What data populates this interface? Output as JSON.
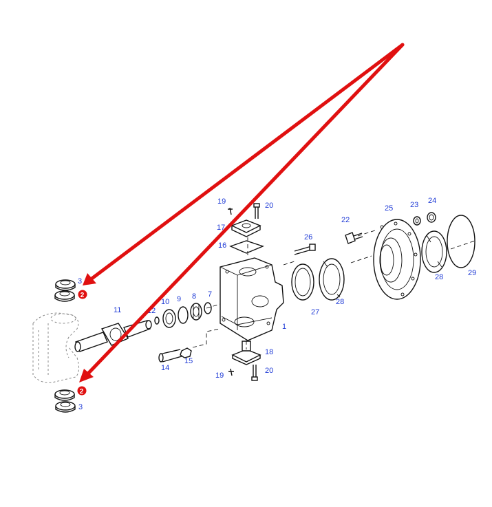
{
  "callouts": [
    {
      "id": "c1",
      "text": "1"
    },
    {
      "id": "c2a",
      "text": "2",
      "highlight": true
    },
    {
      "id": "c2b",
      "text": "2",
      "highlight": true
    },
    {
      "id": "c3a",
      "text": "3"
    },
    {
      "id": "c3b",
      "text": "3"
    },
    {
      "id": "c7",
      "text": "7"
    },
    {
      "id": "c8",
      "text": "8"
    },
    {
      "id": "c9",
      "text": "9"
    },
    {
      "id": "c10",
      "text": "10"
    },
    {
      "id": "c11",
      "text": "11"
    },
    {
      "id": "c12",
      "text": "12"
    },
    {
      "id": "c14",
      "text": "14"
    },
    {
      "id": "c15",
      "text": "15"
    },
    {
      "id": "c16",
      "text": "16"
    },
    {
      "id": "c17",
      "text": "17"
    },
    {
      "id": "c18",
      "text": "18"
    },
    {
      "id": "c19a",
      "text": "19"
    },
    {
      "id": "c19b",
      "text": "19"
    },
    {
      "id": "c20a",
      "text": "20"
    },
    {
      "id": "c20b",
      "text": "20"
    },
    {
      "id": "c22",
      "text": "22"
    },
    {
      "id": "c23",
      "text": "23"
    },
    {
      "id": "c24",
      "text": "24"
    },
    {
      "id": "c25",
      "text": "25"
    },
    {
      "id": "c26",
      "text": "26"
    },
    {
      "id": "c27",
      "text": "27"
    },
    {
      "id": "c28a",
      "text": "28"
    },
    {
      "id": "c28b",
      "text": "28"
    },
    {
      "id": "c29",
      "text": "29"
    }
  ],
  "colors": {
    "label": "#1f3bd6",
    "highlight": "#e01010",
    "line": "#111111"
  }
}
